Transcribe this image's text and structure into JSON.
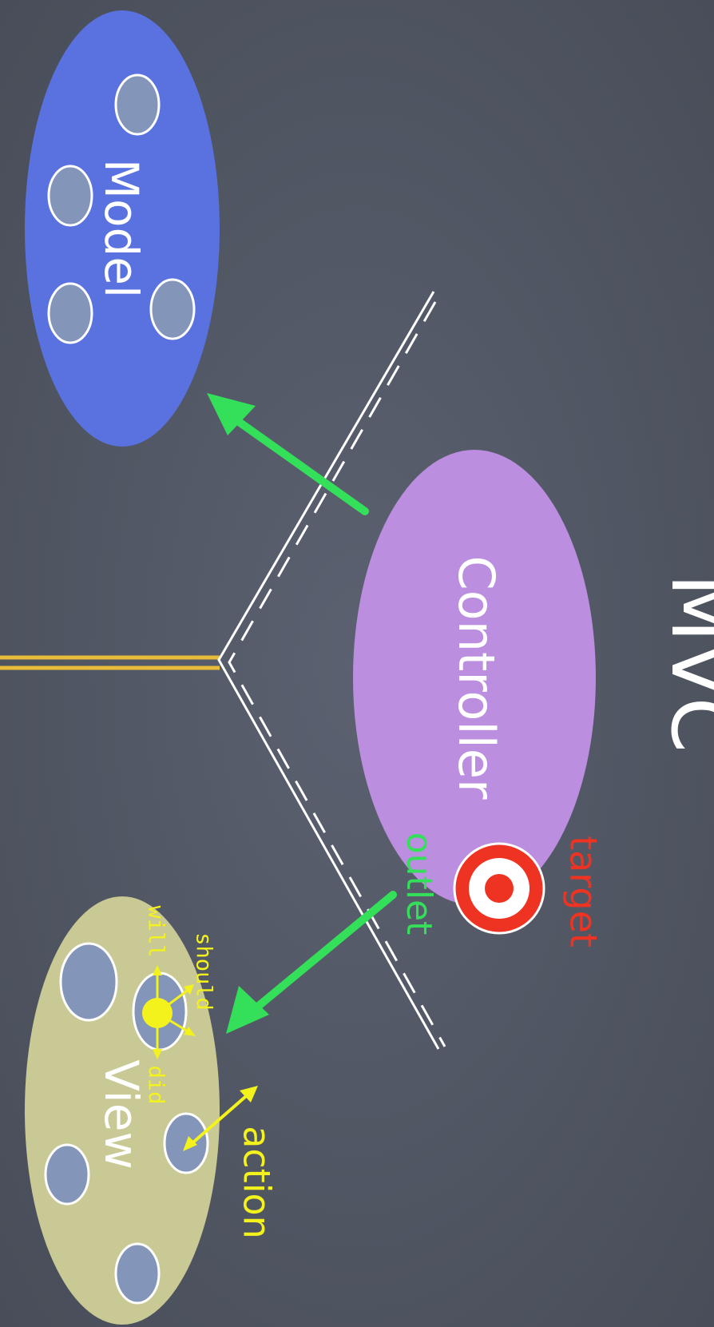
{
  "title": "MVC",
  "nodes": {
    "model": "Model",
    "controller": "Controller",
    "view": "View"
  },
  "labels": {
    "target": "target",
    "outlet": "outlet",
    "action": "action",
    "should": "should",
    "will": "will",
    "did": "did"
  },
  "colors": {
    "board": "#4f5561",
    "model": "#5a72e0",
    "controller": "#bb8ee0",
    "view": "#c9c995",
    "inner_circle": "#8395b8",
    "arrow_green": "#34e05a",
    "delegate_yellow": "#f4f21c",
    "target_red": "#ee3322",
    "road_lines": "#e8bb3a",
    "chalk": "#ffffff"
  }
}
